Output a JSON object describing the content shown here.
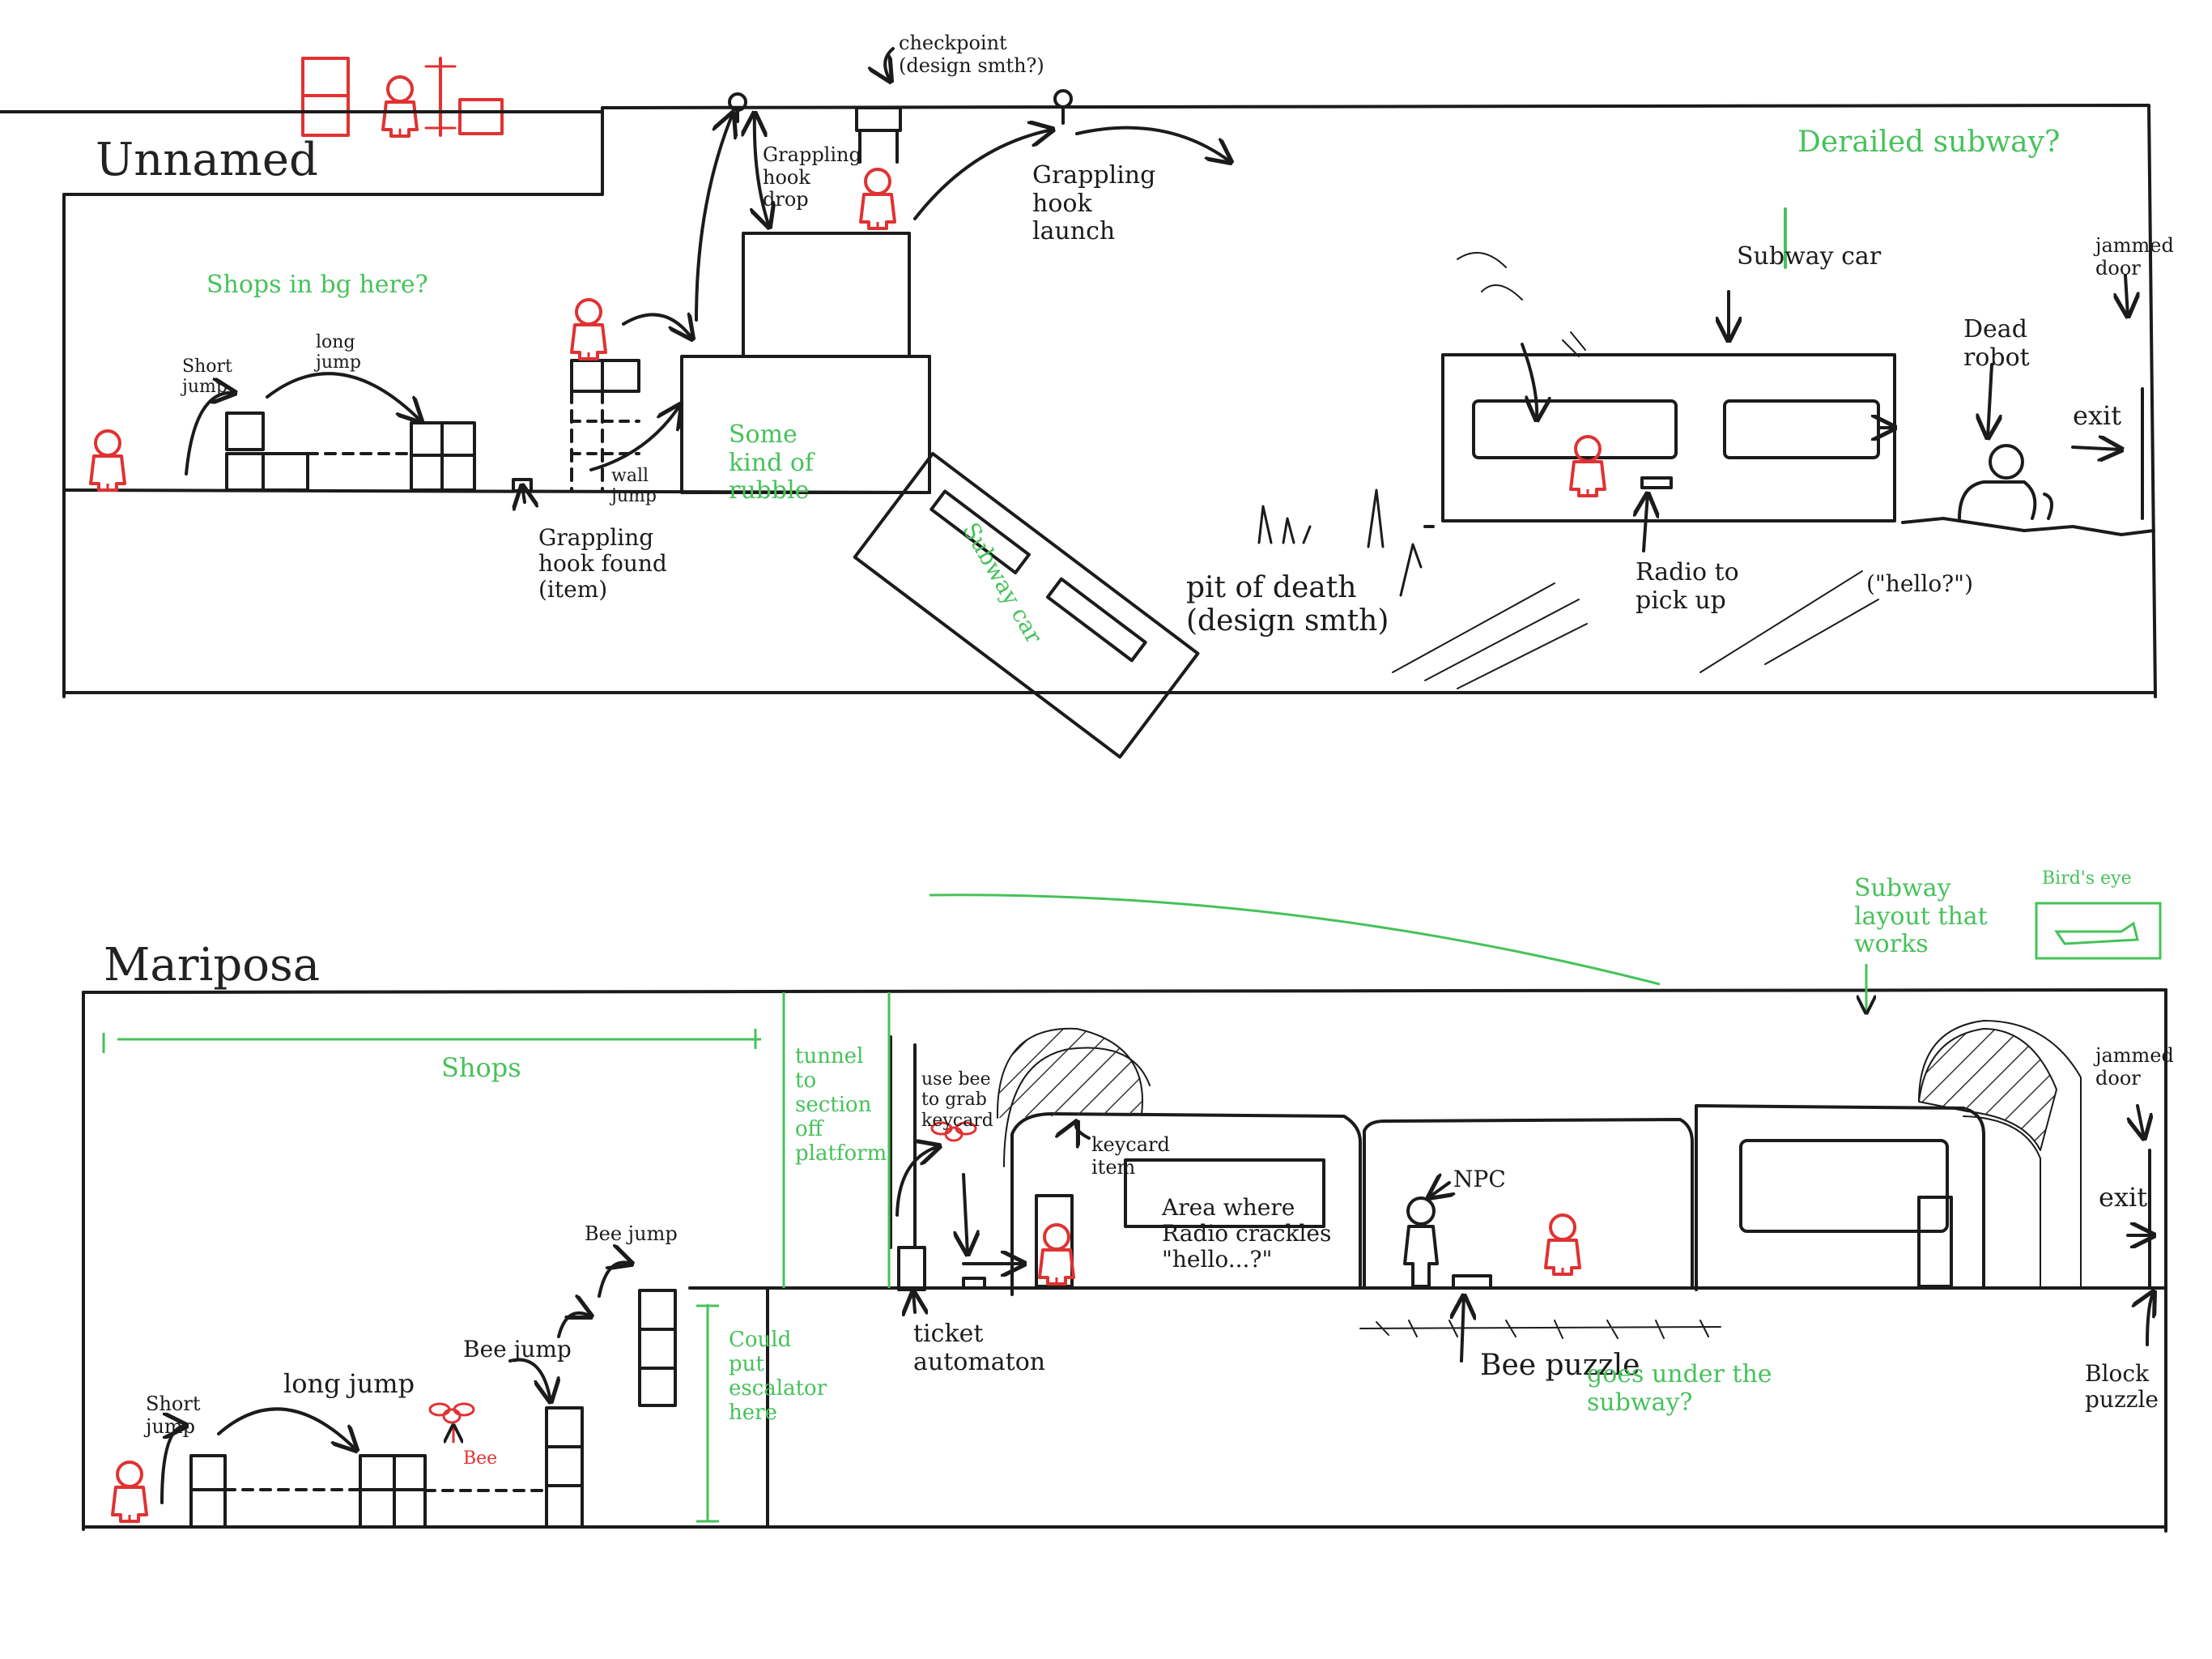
{
  "top": {
    "title": "Unnamed",
    "annotations": {
      "checkpoint": "checkpoint\n(design smth?)",
      "grappling_drop": "Grappling\nhook\ndrop",
      "grappling_launch": "Grappling\nhook\nlaunch",
      "derailed": "Derailed subway?",
      "shops_bg": "Shops in bg here?",
      "short_jump": "Short\njump",
      "long_jump": "long\njump",
      "rubble": "Some\nkind of\nrubble",
      "wall_jump": "wall\njump",
      "grappling_found": "Grappling\nhook found\n(item)",
      "subway_car_tilted": "Subway car",
      "pit_of_death": "pit of death\n(design smth)",
      "subway_car": "Subway car",
      "radio": "Radio to\npick up",
      "dead_robot": "Dead\nrobot",
      "hello": "(\"hello?\")",
      "jammed_door": "jammed\ndoor",
      "exit": "exit"
    }
  },
  "bottom": {
    "title": "Mariposa",
    "annotations": {
      "shops": "Shops",
      "tunnel": "tunnel\nto\nsection\noff\nplatform",
      "use_bee": "use bee\nto grab\nkeycard",
      "keycard": "keycard\nitem",
      "radio_area": "Area where\nRadio crackles\n\"hello...?\"",
      "npc": "NPC",
      "subway_layout": "Subway\nlayout that\nworks",
      "birds_eye": "Bird's eye",
      "jammed_door": "jammed\ndoor",
      "exit": "exit",
      "bee_jump_high": "Bee jump",
      "short_jump": "Short\njump",
      "long_jump": "long jump",
      "bee_jump": "Bee jump",
      "bee": "Bee",
      "escalator": "Could\nput\nescalator\nhere",
      "ticket": "ticket\nautomaton",
      "bee_puzzle": "Bee puzzle",
      "under_subway": "goes under the\nsubway?",
      "block_puzzle": "Block\npuzzle"
    }
  },
  "colors": {
    "ink": "#1b1b1b",
    "note": "#46c25a",
    "player": "#e03232"
  }
}
